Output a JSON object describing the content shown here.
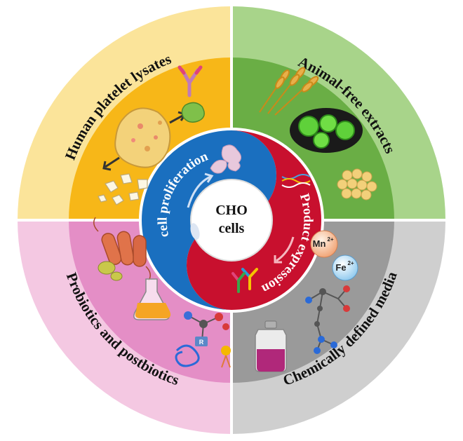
{
  "center": {
    "line1": "CHO",
    "line2": "cells"
  },
  "quadrants": [
    {
      "id": "top-left",
      "label": "Human platelet lysates",
      "outer_color": "#fbe49a",
      "inner_color": "#f7b718"
    },
    {
      "id": "top-right",
      "label": "Animal-free extracts",
      "outer_color": "#a8d48a",
      "inner_color": "#6aae45"
    },
    {
      "id": "bottom-left",
      "label": "Probiotics and postbiotics",
      "outer_color": "#f4c8e2",
      "inner_color": "#e48ec6"
    },
    {
      "id": "bottom-right",
      "label": "Chemically defined media",
      "outer_color": "#cfcfcf",
      "inner_color": "#9a9a9a"
    }
  ],
  "inner_ring": {
    "left_label": "cell proliferation",
    "right_label": "Product expression",
    "left_color": "#1a6fbf",
    "right_color": "#c8102e"
  },
  "ions": {
    "mn": "Mn",
    "mn_charge": "2+",
    "fe": "Fe",
    "fe_charge": "2+"
  },
  "molecule_letters": {
    "r": "R"
  },
  "icons": [
    "antibody-icon",
    "platelet-cell-icon",
    "fragments-icon",
    "wheat-icon",
    "algae-cells-icon",
    "soybeans-icon",
    "bacteria-icon",
    "flask-icon",
    "amino-acid-icon",
    "protein-icon",
    "media-bottle-icon",
    "molecule-icon",
    "dna-icon",
    "cho-cell-icon"
  ]
}
